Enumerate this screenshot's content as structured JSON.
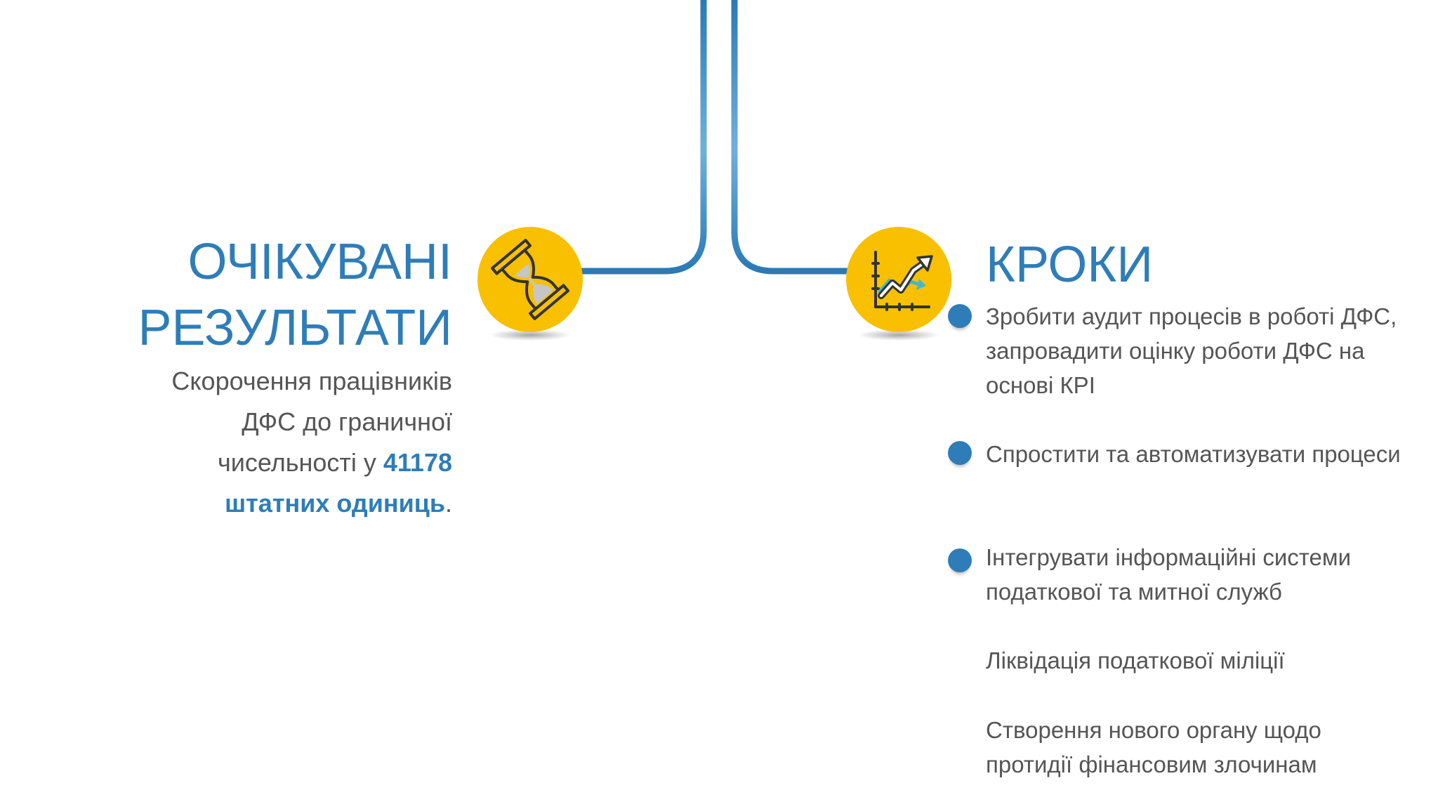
{
  "colors": {
    "accent": "#2e7db8",
    "icon_background": "#f8c000",
    "body_text": "#555555",
    "background": "#ffffff"
  },
  "left_section": {
    "heading_line1": "ОЧІКУВАНІ",
    "heading_line2": "РЕЗУЛЬТАТИ",
    "icon": "hourglass-icon",
    "body_before": "Скорочення працівників ДФС до граничної чисельності у ",
    "body_highlight": "41178 штатних одиниць",
    "body_after": "."
  },
  "right_section": {
    "heading": "КРОКИ",
    "icon": "growth-chart-icon",
    "steps": [
      {
        "text": "Зробити аудит процесів в роботі ДФС, запровадити оцінку роботи ДФС на основі КРІ",
        "bullet": true
      },
      {
        "text": "Спростити та автоматизувати процеси",
        "bullet": true
      },
      {
        "text": "Інтегрувати інформаційні системи податкової та митної служб",
        "bullet": true
      },
      {
        "text": "Ліквідація податкової міліції",
        "bullet": false
      },
      {
        "text": "Створення нового органу щодо протидії фінансовим злочинам",
        "bullet": false
      }
    ]
  }
}
